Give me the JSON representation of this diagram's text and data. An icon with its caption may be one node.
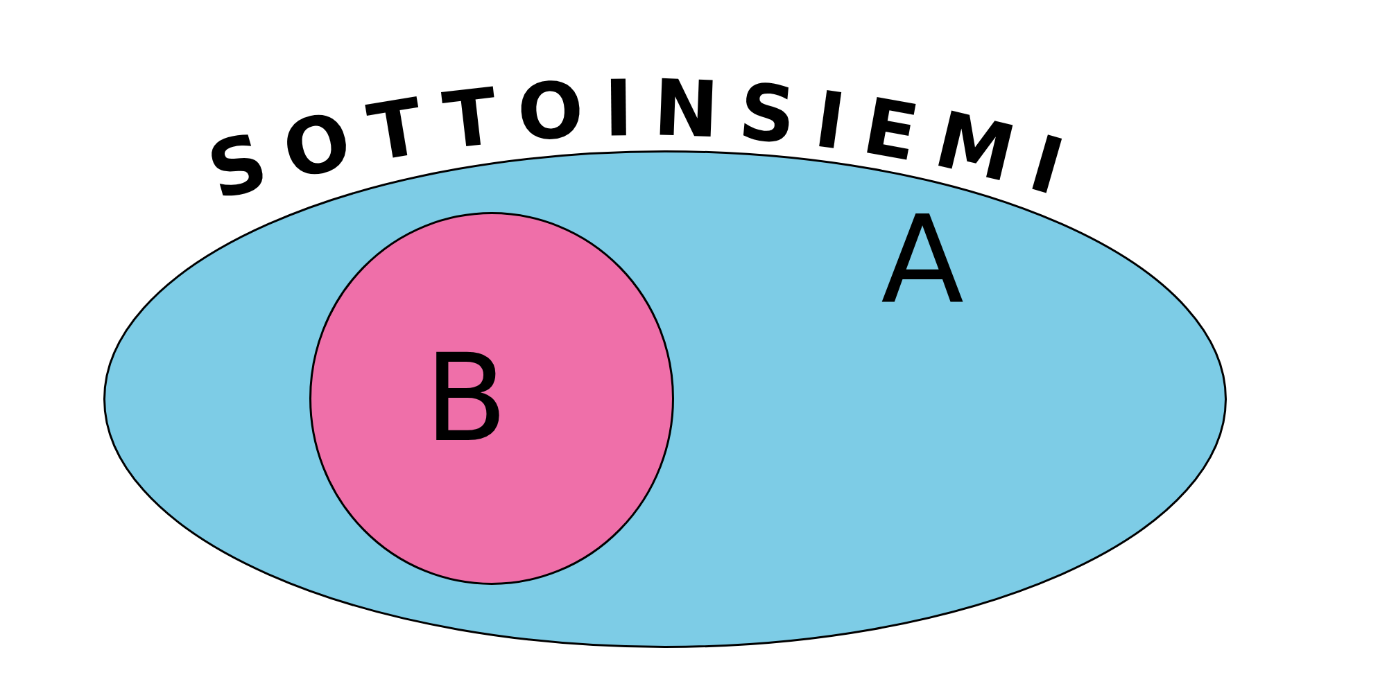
{
  "diagram": {
    "title": "SOTTOINSIEMI",
    "nodes": [
      {
        "text": [
          "A"
        ]
      },
      {
        "text": [
          "B"
        ],
        "in": 0
      }
    ]
  }
}
